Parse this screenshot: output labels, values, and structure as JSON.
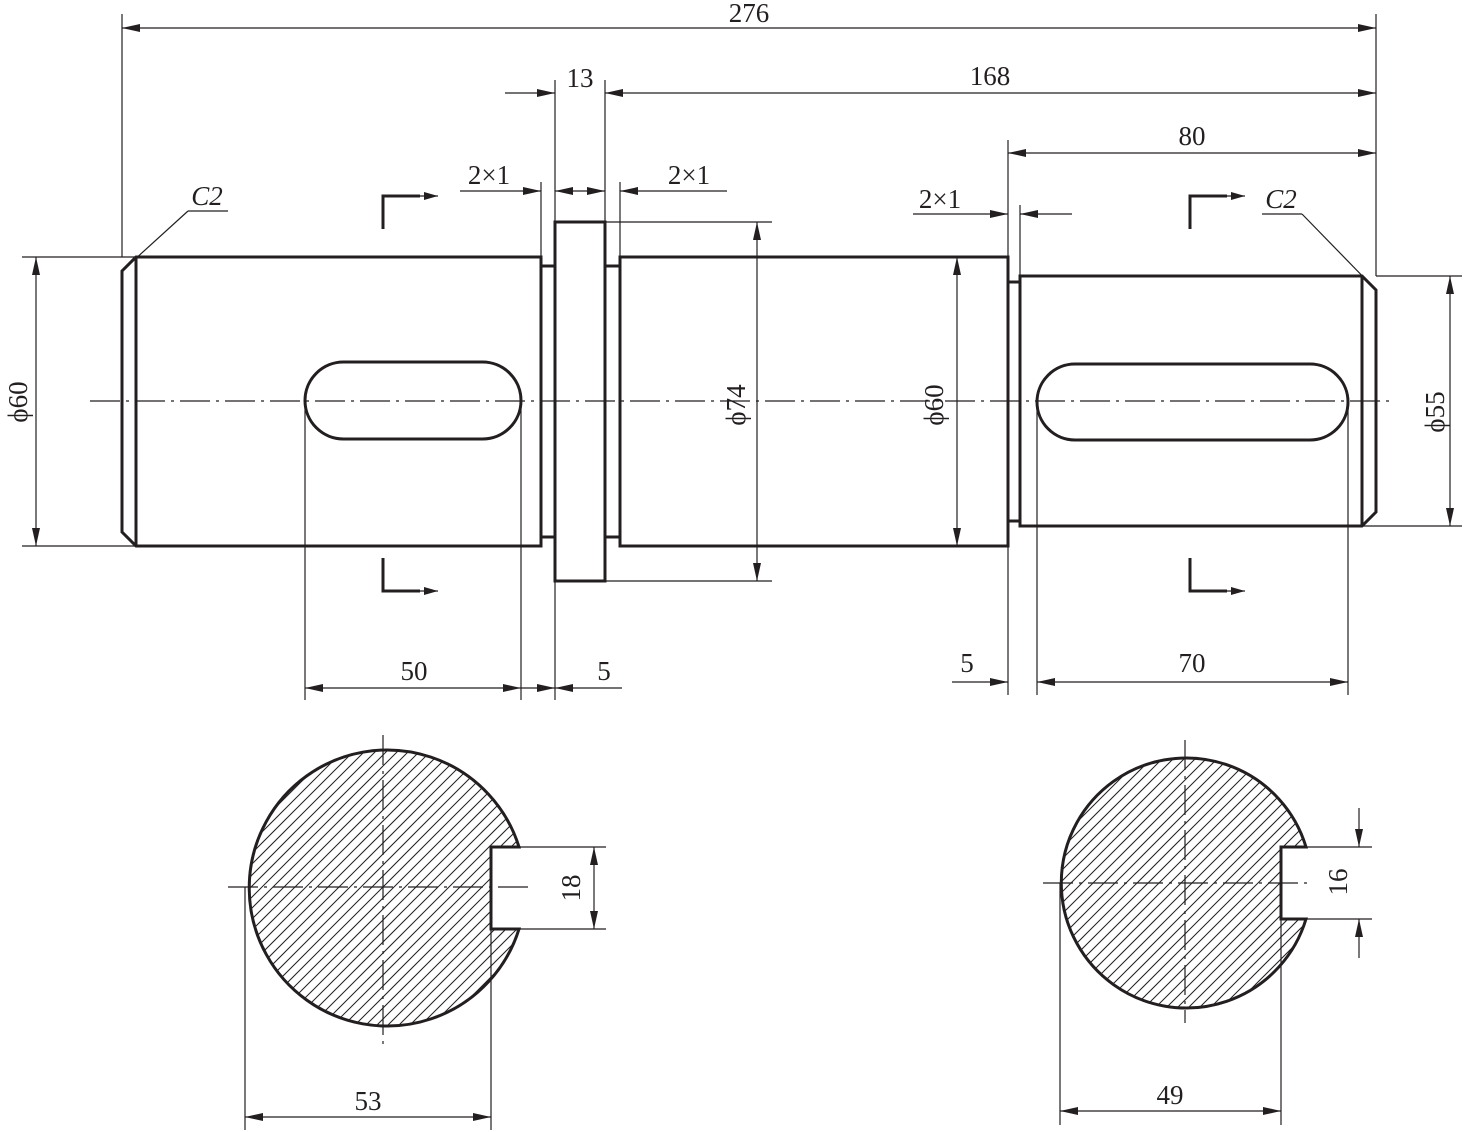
{
  "labels": {
    "overall_length": "276",
    "collar_width": "13",
    "right_length": "168",
    "right_journal_length": "80",
    "undercut_1": "2×1",
    "undercut_2": "2×1",
    "undercut_3": "2×1",
    "chamfer_left": "C2",
    "chamfer_right": "C2",
    "dia_left": "ϕ60",
    "dia_collar": "ϕ74",
    "dia_middle": "ϕ60",
    "dia_right": "ϕ55",
    "key_left_length": "50",
    "key_left_offset": "5",
    "key_right_offset": "5",
    "key_right_length": "70",
    "key_left_width": "18",
    "key_right_width": "16",
    "section_left_depth": "53",
    "section_right_depth": "49"
  },
  "colors": {
    "line": "#231f20",
    "background": "#ffffff"
  }
}
